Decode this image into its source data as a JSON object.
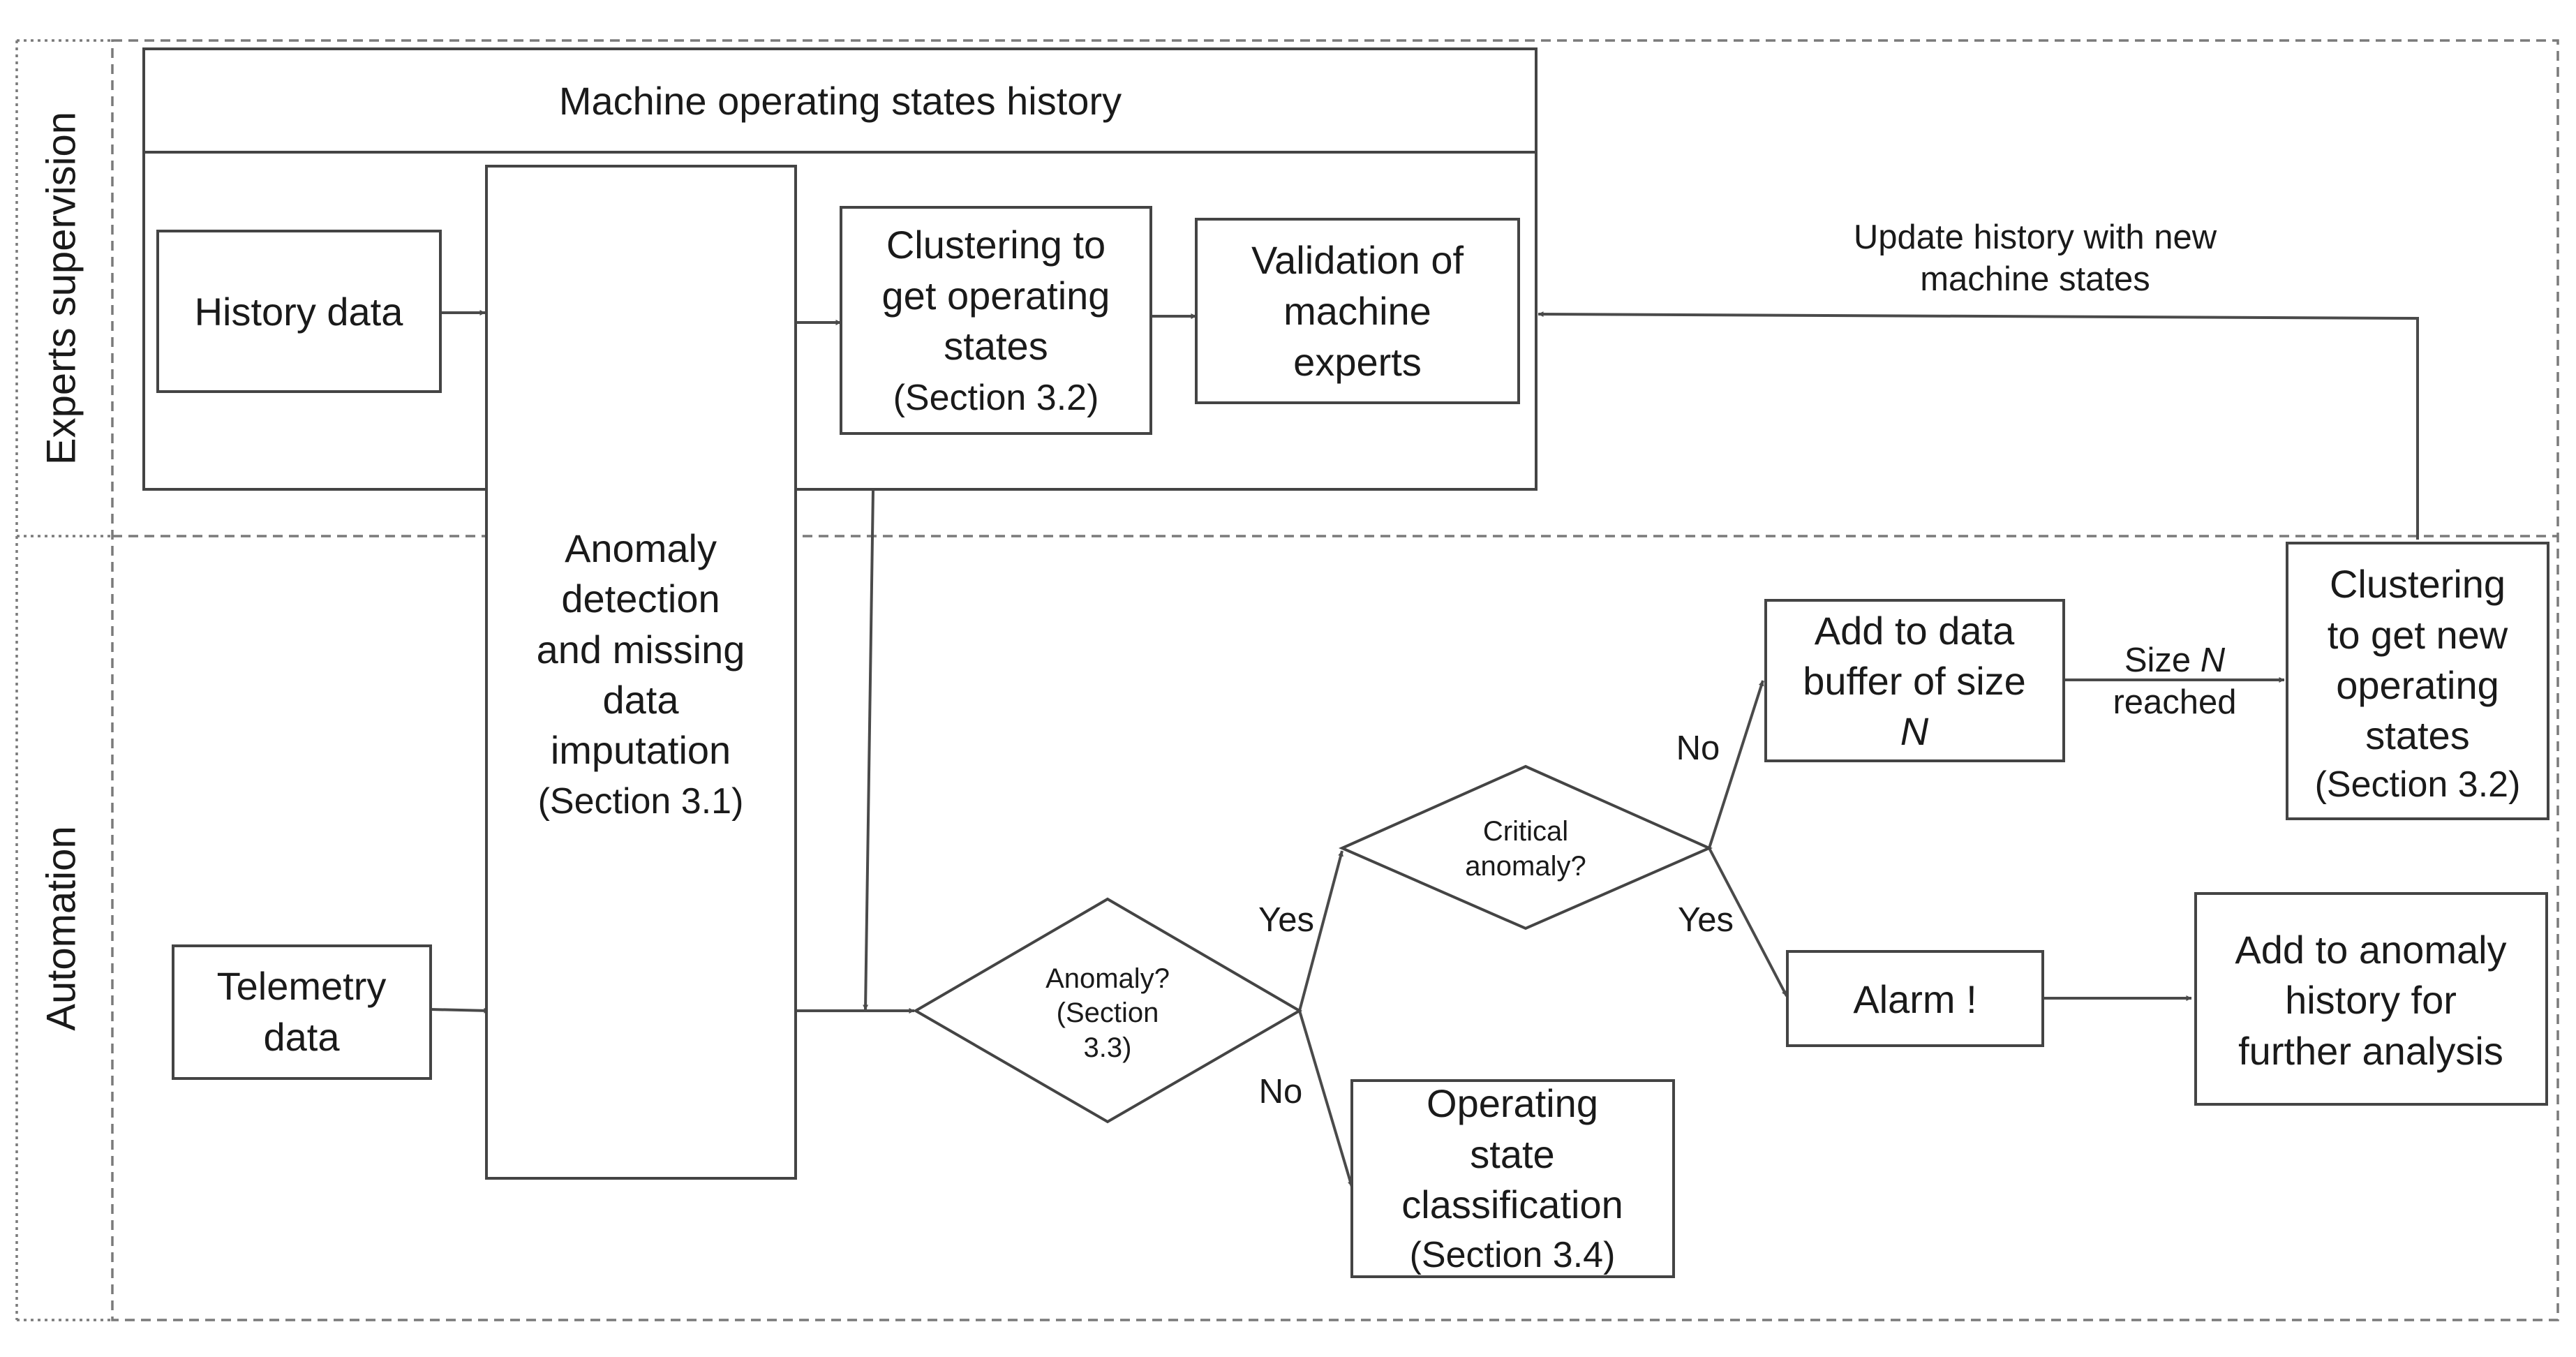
{
  "lanes": {
    "experts": "Experts supervision",
    "automation": "Automation"
  },
  "nodes": {
    "history_header": {
      "line1": "Machine operating states history"
    },
    "history_data": {
      "line1": "History data"
    },
    "clustering_states": {
      "line1": "Clustering to",
      "line2": "get operating",
      "line3": "states",
      "line4": "(Section 3.2)"
    },
    "validation": {
      "line1": "Validation of",
      "line2": "machine",
      "line3": "experts"
    },
    "anomaly_detection": {
      "line1": "Anomaly",
      "line2": "detection",
      "line3": "and missing",
      "line4": "data",
      "line5": "imputation",
      "line6": "(Section 3.1)"
    },
    "telemetry": {
      "line1": "Telemetry",
      "line2": "data"
    },
    "anomaly_decision": {
      "line1": "Anomaly?",
      "line2": "(Section",
      "line3": "3.3)"
    },
    "critical_decision": {
      "line1": "Critical",
      "line2": "anomaly?"
    },
    "data_buffer": {
      "line1": "Add to data",
      "line2": "buffer of size",
      "line3": "N"
    },
    "clustering_new": {
      "line1": "Clustering",
      "line2": "to get new",
      "line3": "operating",
      "line4": "states",
      "line5": "(Section 3.2)"
    },
    "alarm": {
      "line1": "Alarm !"
    },
    "anomaly_history": {
      "line1": "Add to anomaly",
      "line2": "history for",
      "line3": "further analysis"
    },
    "classification": {
      "line1": "Operating",
      "line2": "state",
      "line3": "classification",
      "line4": "(Section 3.4)"
    }
  },
  "edges": {
    "update_history": {
      "line1": "Update history with new",
      "line2": "machine states"
    },
    "size_reached": {
      "line1": "Size ",
      "line1_var": "N",
      "line2": "reached"
    },
    "yes_critical": "Yes",
    "no_classification": "No",
    "no_buffer": "No",
    "yes_alarm": "Yes"
  }
}
